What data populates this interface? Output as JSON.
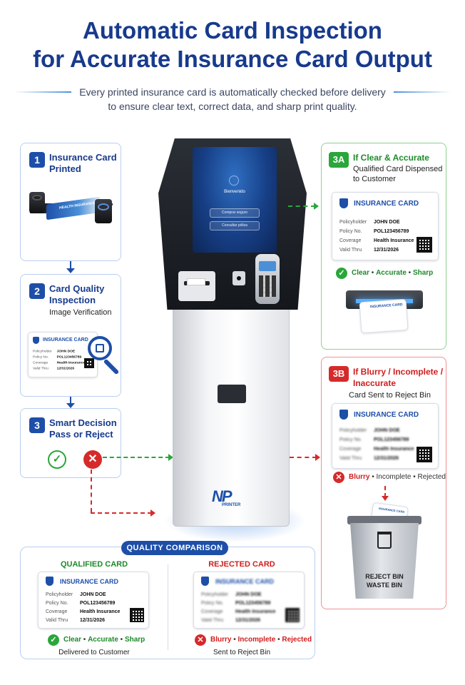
{
  "header": {
    "title_line1": "Automatic Card Inspection",
    "title_line2": "for Accurate Insurance Card Output",
    "subtitle_line1": "Every printed insurance card is automatically checked before delivery",
    "subtitle_line2": "to ensure clear text, correct data, and sharp print quality."
  },
  "steps": {
    "s1": {
      "num": "1",
      "title_line1": "Insurance Card",
      "title_line2": "Printed"
    },
    "s2": {
      "num": "2",
      "title_line1": "Card Quality",
      "title_line2": "Inspection",
      "sub": "Image Verification"
    },
    "s3": {
      "num": "3",
      "title_line1": "Smart Decision",
      "title_line2": "Pass or Reject"
    },
    "s3a": {
      "num": "3A",
      "title": "If Clear & Accurate",
      "sub_line1": "Qualified Card Dispensed",
      "sub_line2": "to Customer"
    },
    "s3b": {
      "num": "3B",
      "title_line1": "If Blurry / Incomplete /",
      "title_line2": "Inaccurate",
      "sub": "Card Sent to Reject Bin"
    }
  },
  "card": {
    "header": "INSURANCE CARD",
    "rows": [
      {
        "label": "Policyholder",
        "value": "JOHN DOE"
      },
      {
        "label": "Policy No.",
        "value": "POL123456789"
      },
      {
        "label": "Coverage",
        "value": "Health Insurance"
      },
      {
        "label": "Valid Thru",
        "value": "12/31/2026"
      }
    ]
  },
  "printer_card_label": "HEALTH INSURANCE",
  "kiosk": {
    "screen_welcome": "Bienvenido",
    "screen_btn1": "Comprar seguro",
    "screen_btn2": "Consultar póliza",
    "brand": "PRINTER"
  },
  "status": {
    "ok": {
      "w1": "Clear",
      "w2": "Accurate",
      "w3": "Sharp"
    },
    "bad": {
      "w1": "Blurry",
      "w2": "Incomplete",
      "w3": "Rejected"
    }
  },
  "bin": {
    "line1": "REJECT BIN",
    "line2": "WASTE BIN"
  },
  "comparison": {
    "pill": "QUALITY COMPARISON",
    "qualified_title": "QUALIFIED CARD",
    "rejected_title": "REJECTED CARD",
    "qualified_caption": "Delivered to Customer",
    "rejected_caption": "Sent to Reject Bin"
  },
  "colors": {
    "brand_blue": "#173a8c",
    "ok_green": "#2aa63a",
    "reject_red": "#d62a2a"
  }
}
